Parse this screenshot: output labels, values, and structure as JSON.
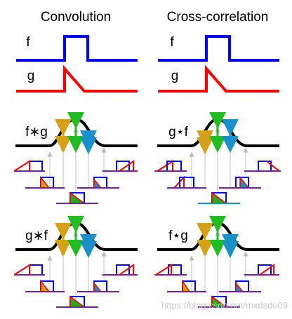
{
  "columns": [
    {
      "title": "Convolution",
      "signal_f": "f",
      "signal_g": "g",
      "ops": [
        "f∗g",
        "g∗f"
      ]
    },
    {
      "title": "Cross-correlation",
      "signal_f": "f",
      "signal_g": "g",
      "ops": [
        "g⋆f",
        "f⋆g"
      ]
    }
  ],
  "watermark": "https://blog.csdn.net/mxdsdo09",
  "colors": {
    "f_signal": "#0000ff",
    "g_signal": "#ff0000",
    "result_curve": "#000000",
    "overlap_fill": "#00a000",
    "arrow_gold": "#d4a017",
    "arrow_green": "#22bb22",
    "arrow_teal": "#1a8fc8",
    "baseline_purple": "#7a1fa2",
    "baseline_teal": "#1a8fc8",
    "guide_gray": "#cccccc"
  }
}
